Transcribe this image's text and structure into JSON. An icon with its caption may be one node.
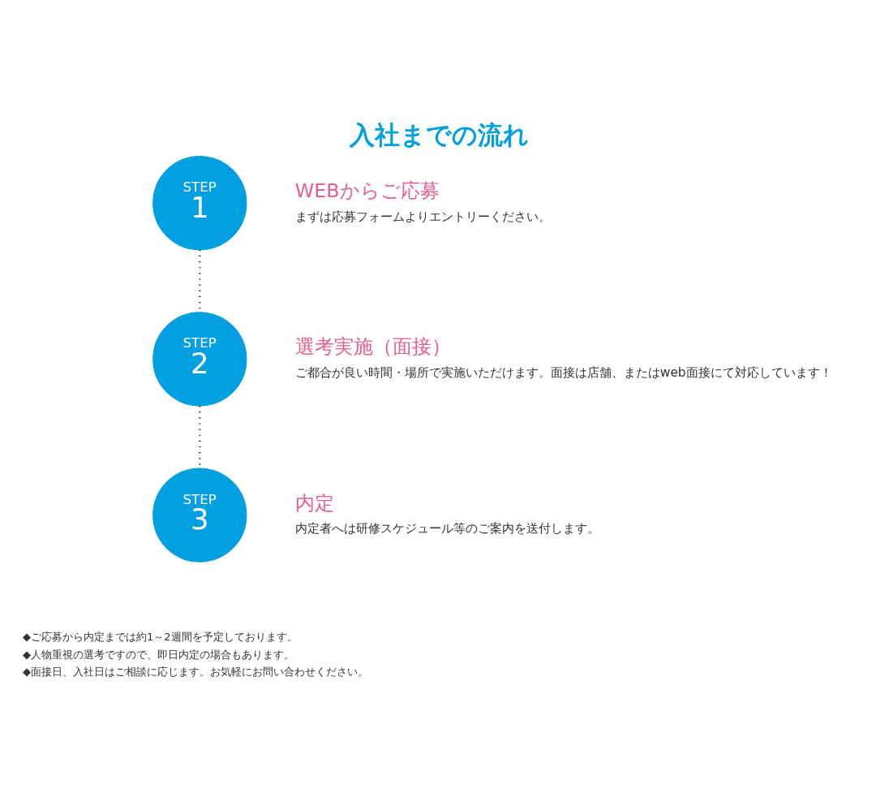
{
  "diagram": {
    "title": "入社までの流れ",
    "nodes": [
      {
        "text": [
          "STEP",
          "1"
        ],
        "beside": [
          "WEBからご応募",
          "まずは応募フォームよりエントリーください。"
        ]
      },
      {
        "text": [
          "STEP",
          "2"
        ],
        "beside": [
          "選考実施（面接）",
          "ご都合が良い時間・場所で実施いただけます。面接は店舗、またはweb面接にて対応しています！"
        ]
      },
      {
        "text": [
          "STEP",
          "3"
        ],
        "beside": [
          "内定",
          "内定者へは研修スケジュール等のご案内を送付します。"
        ]
      }
    ],
    "edges": [
      {
        "from": 0,
        "to": 1,
        "arrow": "none",
        "style": "dashed"
      },
      {
        "from": 1,
        "to": 2,
        "arrow": "none",
        "style": "dashed"
      }
    ],
    "labels": [
      "◆ご応募から内定までは約1～2週間を予定しております。",
      "◆人物重視の選考ですので、即日内定の場合もあります。",
      "◆面接日、入社日はご相談に応じます。お気軽にお問い合わせください。"
    ]
  }
}
